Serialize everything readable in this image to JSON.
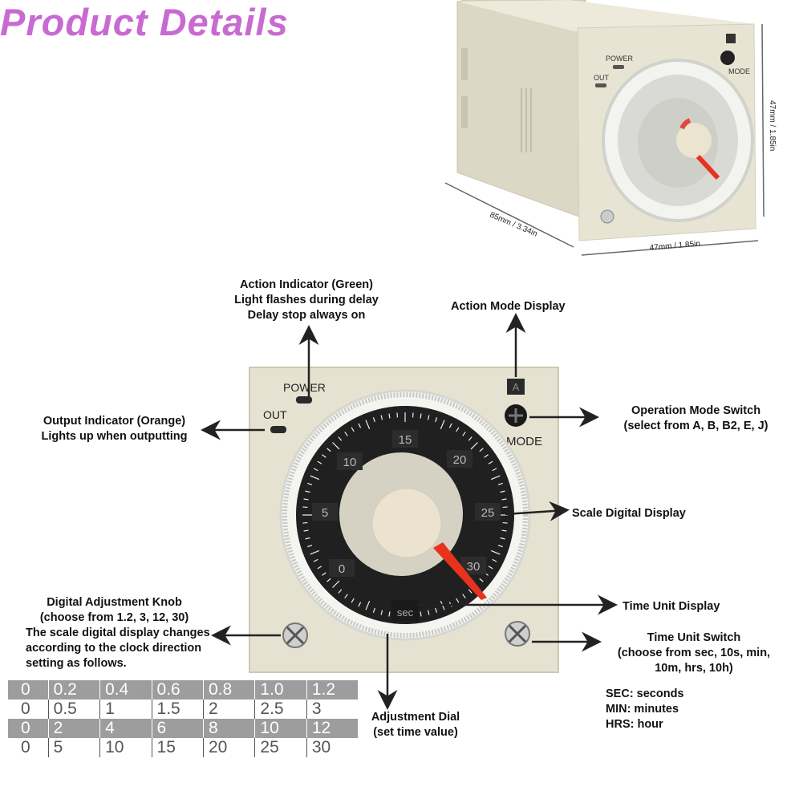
{
  "title": "Product Details",
  "dimensions": {
    "length": "85mm / 3.34in",
    "width": "47mm / 1.85in",
    "height": "47mm / 1.85in"
  },
  "device": {
    "power_label": "POWER",
    "out_label": "OUT",
    "mode_label": "MODE",
    "mode_value": "A",
    "dial_numbers": [
      "15",
      "10",
      "20",
      "5",
      "25",
      "0",
      "30"
    ],
    "unit_label": "sec"
  },
  "labels": {
    "action_indicator": [
      "Action Indicator (Green)",
      "Light flashes during delay",
      "Delay stop always on"
    ],
    "action_mode": "Action Mode Display",
    "output_indicator": [
      "Output Indicator (Orange)",
      "Lights up when outputting"
    ],
    "operation_mode": [
      "Operation Mode Switch",
      "(select from A, B, B2, E, J)"
    ],
    "scale_display": "Scale Digital Display",
    "time_unit_display": "Time Unit Display",
    "digital_knob": [
      "Digital Adjustment Knob",
      "(choose from 1.2, 3, 12, 30)",
      "The scale digital display changes",
      "according to the clock direction",
      "setting as follows."
    ],
    "time_unit_switch": [
      "Time Unit Switch",
      "(choose from sec, 10s, min,",
      "10m, hrs, 10h)"
    ],
    "units_legend": [
      "SEC: seconds",
      "MIN: minutes",
      "HRS: hour"
    ],
    "adjustment_dial": [
      "Adjustment Dial",
      "(set time value)"
    ]
  },
  "scale_table": [
    [
      "0",
      "0.2",
      "0.4",
      "0.6",
      "0.8",
      "1.0",
      "1.2"
    ],
    [
      "0",
      "0.5",
      "1",
      "1.5",
      "2",
      "2.5",
      "3"
    ],
    [
      "0",
      "2",
      "4",
      "6",
      "8",
      "10",
      "12"
    ],
    [
      "0",
      "5",
      "10",
      "15",
      "20",
      "25",
      "30"
    ]
  ],
  "colors": {
    "title": "#c86ad2",
    "housing": "#e6e2d2",
    "dial_face": "#1e1e1e",
    "knob": "#e9e2cf",
    "pointer": "#e8321e",
    "table_dark_row": "#9d9d9d"
  }
}
